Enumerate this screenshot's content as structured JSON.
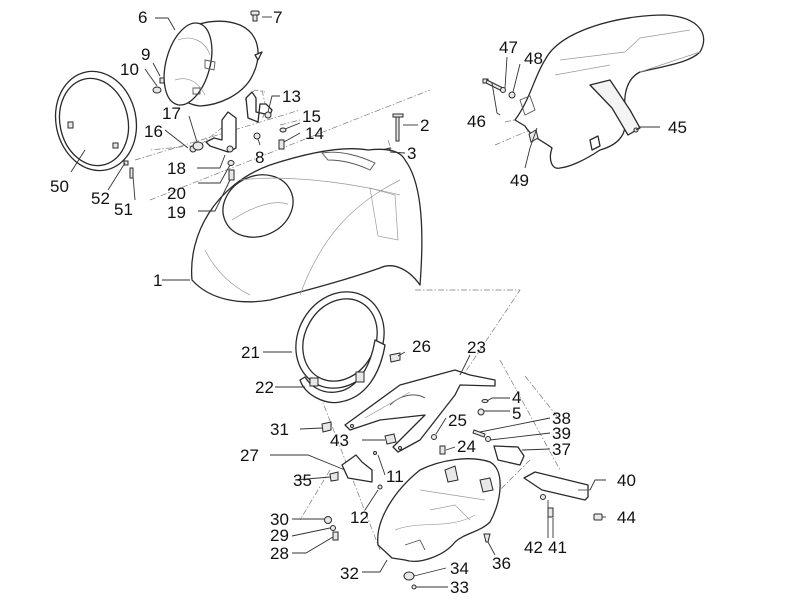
{
  "diagram": {
    "type": "exploded-parts-view",
    "line_color": "#2a2a2a",
    "background": "#ffffff"
  },
  "callouts": {
    "p1": "1",
    "p2": "2",
    "p3": "3",
    "p4": "4",
    "p5": "5",
    "p6": "6",
    "p7": "7",
    "p8": "8",
    "p9": "9",
    "p10": "10",
    "p11": "11",
    "p12": "12",
    "p13": "13",
    "p14": "14",
    "p15": "15",
    "p16": "16",
    "p17": "17",
    "p18": "18",
    "p19": "19",
    "p20": "20",
    "p21": "21",
    "p22": "22",
    "p23": "23",
    "p24": "24",
    "p25": "25",
    "p26": "26",
    "p27": "27",
    "p28": "28",
    "p29": "29",
    "p30": "30",
    "p31": "31",
    "p32": "32",
    "p33": "33",
    "p34": "34",
    "p35": "35",
    "p36": "36",
    "p37": "37",
    "p38": "38",
    "p39": "39",
    "p40": "40",
    "p41": "41",
    "p42": "42",
    "p43": "43",
    "p44": "44",
    "p45": "45",
    "p46": "46",
    "p47": "47",
    "p48": "48",
    "p49": "49",
    "p50": "50",
    "p51": "51",
    "p52": "52"
  }
}
